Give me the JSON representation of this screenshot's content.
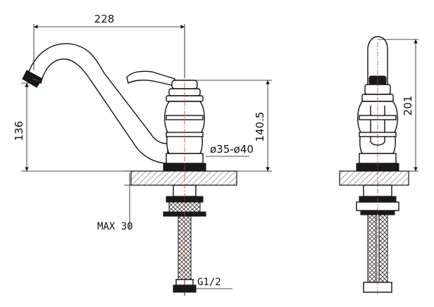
{
  "dimensions": {
    "spout_reach": "228",
    "spout_height": "136",
    "body_height": "140.5",
    "total_height": "201",
    "hole_diameter": "ø35-ø40",
    "max_deck_thickness": "MAX 30",
    "thread": "G1/2"
  },
  "colors": {
    "line": "#111111",
    "centerline": "#d23a3a",
    "hatch": "#555555"
  }
}
